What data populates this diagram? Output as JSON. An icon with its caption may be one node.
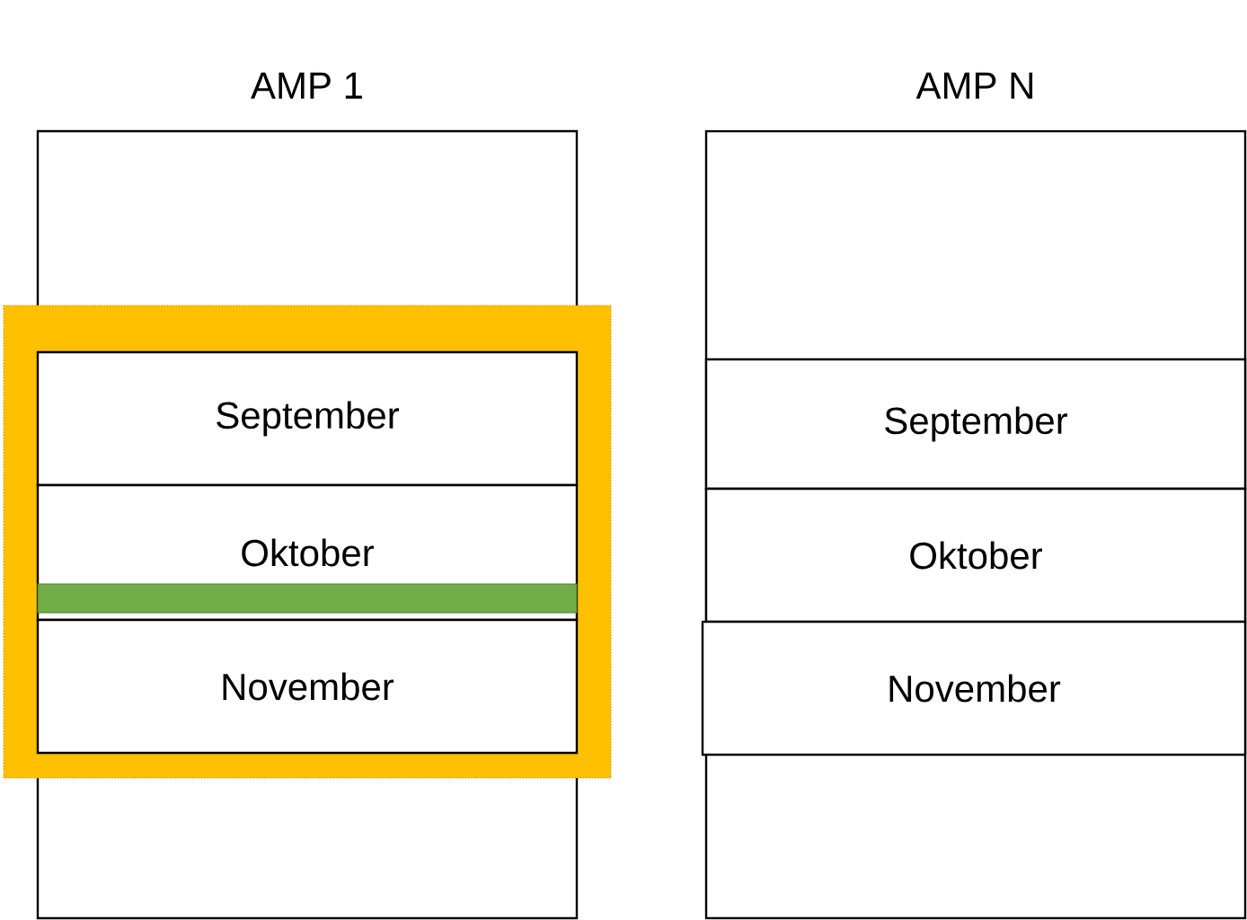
{
  "diagram": {
    "nodes": [
      {
        "text": [
          "AMP 1"
        ]
      },
      {
        "text": [
          "September"
        ],
        "in": 0
      },
      {
        "text": [
          "Oktober"
        ],
        "in": 0
      },
      {
        "text": [
          "November"
        ],
        "in": 0
      },
      {
        "text": [
          "AMP N"
        ]
      },
      {
        "text": [
          "September"
        ],
        "in": 4
      },
      {
        "text": [
          "Oktober"
        ],
        "in": 4
      },
      {
        "text": [
          "November"
        ],
        "in": 4
      }
    ]
  }
}
